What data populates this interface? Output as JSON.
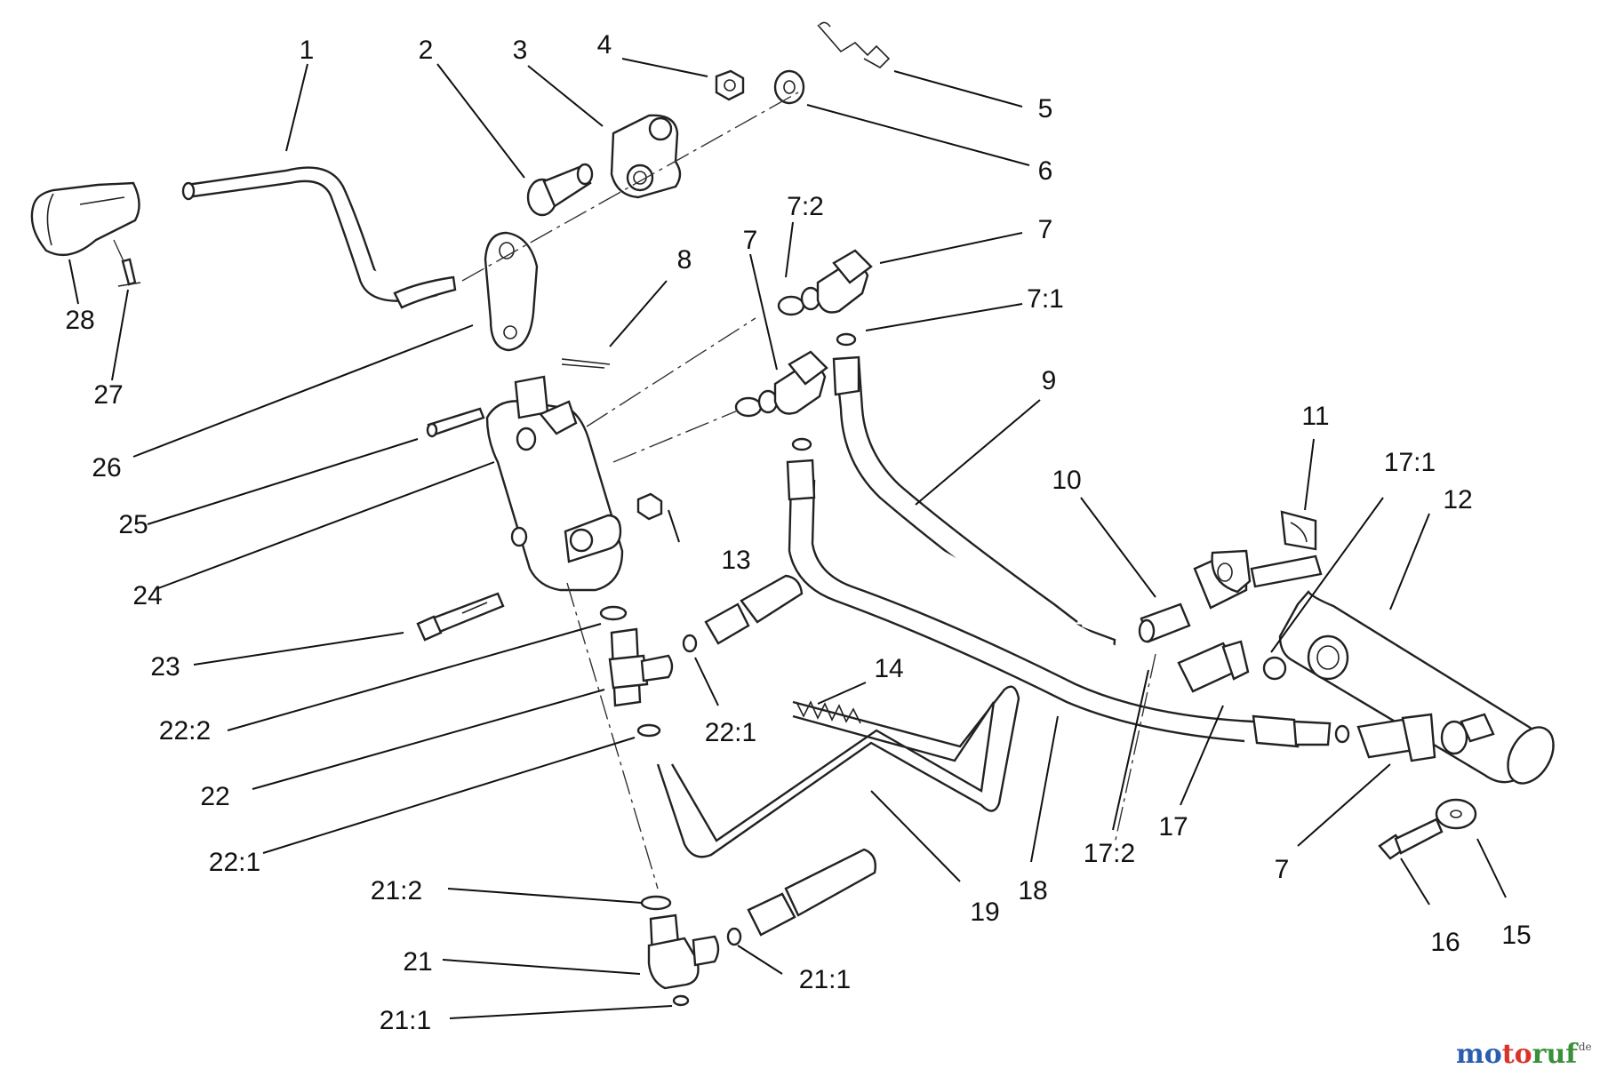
{
  "callouts": [
    {
      "id": "c1",
      "text": "1"
    },
    {
      "id": "c2",
      "text": "2"
    },
    {
      "id": "c3",
      "text": "3"
    },
    {
      "id": "c4",
      "text": "4"
    },
    {
      "id": "c5",
      "text": "5"
    },
    {
      "id": "c6",
      "text": "6"
    },
    {
      "id": "c7a",
      "text": "7:2"
    },
    {
      "id": "c7b",
      "text": "7"
    },
    {
      "id": "c7c",
      "text": "7"
    },
    {
      "id": "c7d",
      "text": "7:1"
    },
    {
      "id": "c8",
      "text": "8"
    },
    {
      "id": "c9",
      "text": "9"
    },
    {
      "id": "c10",
      "text": "10"
    },
    {
      "id": "c11",
      "text": "11"
    },
    {
      "id": "c12",
      "text": "12"
    },
    {
      "id": "c13",
      "text": "13"
    },
    {
      "id": "c14",
      "text": "14"
    },
    {
      "id": "c15",
      "text": "15"
    },
    {
      "id": "c16",
      "text": "16"
    },
    {
      "id": "c17a",
      "text": "17:1"
    },
    {
      "id": "c17b",
      "text": "17"
    },
    {
      "id": "c17c",
      "text": "17:2"
    },
    {
      "id": "c18",
      "text": "18"
    },
    {
      "id": "c19",
      "text": "19"
    },
    {
      "id": "c21a",
      "text": "21:2"
    },
    {
      "id": "c21b",
      "text": "21"
    },
    {
      "id": "c21c",
      "text": "21:1"
    },
    {
      "id": "c21d",
      "text": "21:1"
    },
    {
      "id": "c22a",
      "text": "22:2"
    },
    {
      "id": "c22b",
      "text": "22"
    },
    {
      "id": "c22c",
      "text": "22:1"
    },
    {
      "id": "c22d",
      "text": "22:1"
    },
    {
      "id": "c23",
      "text": "23"
    },
    {
      "id": "c24",
      "text": "24"
    },
    {
      "id": "c25",
      "text": "25"
    },
    {
      "id": "c26",
      "text": "26"
    },
    {
      "id": "c27",
      "text": "27"
    },
    {
      "id": "c28",
      "text": "28"
    },
    {
      "id": "c7e",
      "text": "7"
    }
  ],
  "watermark": {
    "brand_parts": [
      "mo",
      "to",
      "ruf"
    ],
    "suffix": ".de",
    "colors": [
      "#2a5db0",
      "#d9342b",
      "#3a8f3a"
    ]
  }
}
